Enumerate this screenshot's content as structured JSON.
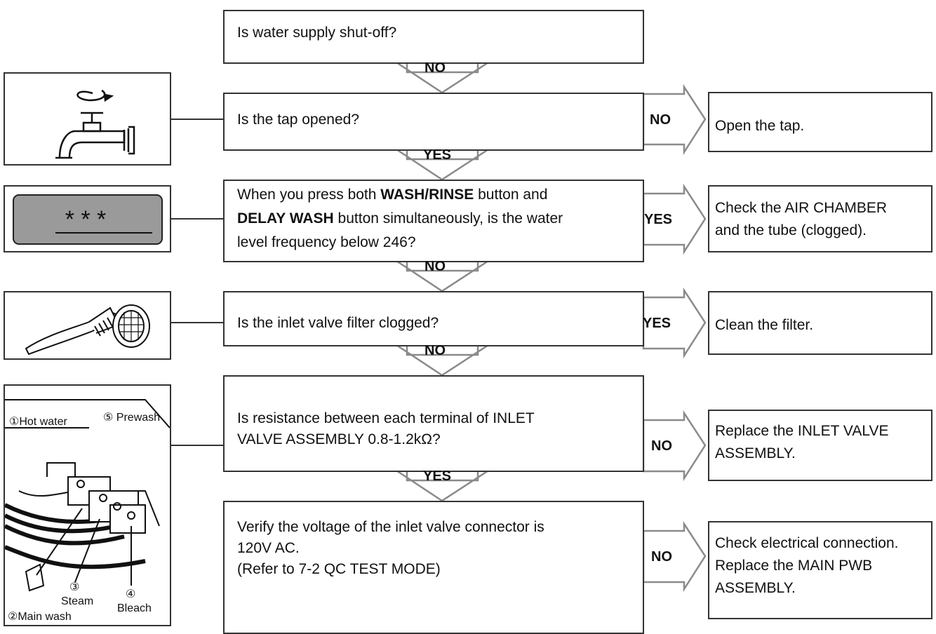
{
  "steps": {
    "q1": {
      "text": "Is water supply shut-off?"
    },
    "q1_out": "NO",
    "q2": {
      "text": "Is the tap opened?"
    },
    "q2_side": "NO",
    "q2_action": "Open the tap.",
    "q2_out": "YES",
    "q3": {
      "line1_pre": "When you press both ",
      "line1_bold": "WASH/RINSE",
      "line1_post": " button and",
      "line2_bold": "DELAY WASH",
      "line2_post": " button simultaneously, is the water",
      "line3": "level frequency below 246?"
    },
    "q3_side": "YES",
    "q3_action": [
      "Check the AIR CHAMBER",
      "and the tube (clogged)."
    ],
    "q3_out": "NO",
    "q4": {
      "text": "Is the inlet valve filter clogged?"
    },
    "q4_side": "YES",
    "q4_action": "Clean the filter.",
    "q4_out": "NO",
    "q5": {
      "lines": [
        "Is resistance between each terminal of INLET",
        "VALVE ASSEMBLY 0.8-1.2kΩ?"
      ]
    },
    "q5_side": "NO",
    "q5_action": [
      "Replace the INLET VALVE",
      "ASSEMBLY."
    ],
    "q5_out": "YES",
    "q6": {
      "lines": [
        "Verify the voltage of the inlet valve connector is",
        "120V AC.",
        "(Refer to 7-2 QC TEST MODE)"
      ]
    },
    "q6_side": "NO",
    "q6_action": [
      "Check electrical connection.",
      "Replace the MAIN PWB",
      "ASSEMBLY."
    ]
  },
  "illustrations": {
    "display_value": "* * *",
    "valve_labels": {
      "hot_water": "①Hot water",
      "prewash": "⑤ Prewash",
      "main_wash": "②Main wash",
      "steam_num": "③",
      "steam": "Steam",
      "bleach_num": "④",
      "bleach": "Bleach"
    }
  },
  "colors": {
    "arrow_stroke": "#8a8a8a",
    "box_border": "#333333",
    "display_fill": "#9a9a9a"
  }
}
